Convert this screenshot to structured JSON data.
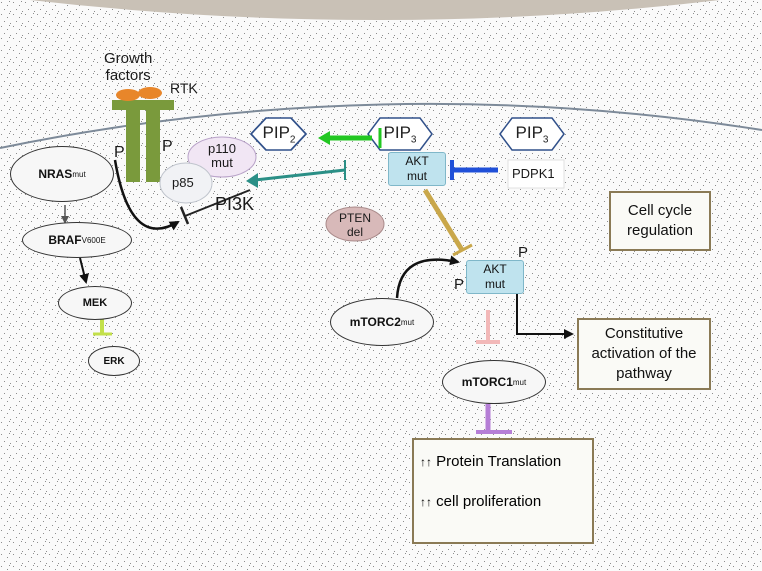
{
  "labels": {
    "growth_factors": [
      "Growth",
      "factors"
    ],
    "rtk": "RTK",
    "phospho": "P",
    "p110": [
      "p110",
      "mut"
    ],
    "p85": "p85",
    "pi3k": "PI3K",
    "pip2": {
      "base": "PIP",
      "sub": "2"
    },
    "pip3": {
      "base": "PIP",
      "sub": "3"
    },
    "pip3_second": {
      "base": "PIP",
      "sub": "3"
    },
    "akt_membrane": [
      "AKT",
      "mut"
    ],
    "akt_cytosol": [
      "AKT",
      "mut"
    ],
    "pdpk1": "PDPK1",
    "pten": [
      "PTEN",
      "del"
    ],
    "nras": {
      "base": "NRAS",
      "sup": "mut"
    },
    "braf": {
      "base": "BRAF",
      "sup": "V600E"
    },
    "mek": "MEK",
    "erk": "ERK",
    "mtorc2": {
      "base": "mTORC2",
      "sup": "mut"
    },
    "mtorc1": {
      "base": "mTORC1",
      "sup": "mut"
    }
  },
  "boxes": {
    "cell_cycle": [
      "Cell cycle",
      "regulation"
    ],
    "constitutive": [
      "Constitutive",
      "activation of the",
      "pathway"
    ],
    "outcomes": [
      {
        "arrows": "↑↑",
        "text": "Protein Translation"
      },
      {
        "arrows": "↑↑",
        "text": "cell proliferation"
      }
    ]
  },
  "colors": {
    "nucleus": "#c9c1b6",
    "membrane": "#7d8a99",
    "receptor": "#7a9a3c",
    "ligand": "#e8862a",
    "pip3_to_pip2": "#22c722",
    "pdpk1_to_akt": "#1f4fd8",
    "pten_inhibit": "#2a8f86",
    "akt_to_akt": "#c9a74a",
    "akt_inhibit_mtorc1": "#f2b8b8",
    "mtorc1_to_outcome": "#b57ed6",
    "mek_to_erk": "#c3e04a"
  }
}
